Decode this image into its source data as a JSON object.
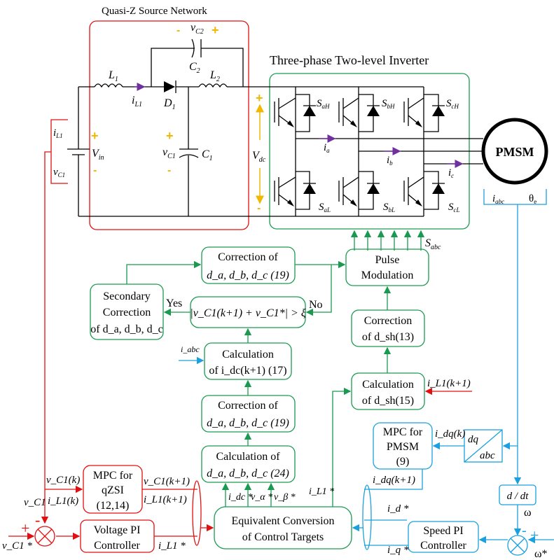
{
  "title": "Quasi-Z Source qZSI-PMSM MPC Control Diagram",
  "colors": {
    "power_circuit": "#000000",
    "qzsi_control": "#e01010",
    "inverter_control": "#1a9a50",
    "pmsm_control": "#1aa0e0",
    "polarity": "#f0b800",
    "current_arrow": "#7030a0"
  },
  "labels": {
    "qzs_network": "Quasi-Z Source Network",
    "inverter": "Three-phase Two-level Inverter",
    "pmsm": "PMSM"
  },
  "circuit": {
    "L1": "L",
    "L1_sub": "1",
    "L2": "L",
    "L2_sub": "2",
    "C1": "C",
    "C1_sub": "1",
    "C2": "C",
    "C2_sub": "2",
    "D1": "D",
    "D1_sub": "1",
    "iL1": "i",
    "iL1_sub": "L1",
    "vC1": "v",
    "vC1_sub": "C1",
    "vC2": "v",
    "vC2_sub": "C2",
    "Vin": "V",
    "Vin_sub": "in",
    "Vdc": "V",
    "Vdc_sub": "dc",
    "plus": "+",
    "minus": "-",
    "ia": "i",
    "ia_sub": "a",
    "ib": "i",
    "ib_sub": "b",
    "ic": "i",
    "ic_sub": "c",
    "switches": [
      {
        "s": "S",
        "sub": "aH"
      },
      {
        "s": "S",
        "sub": "bH"
      },
      {
        "s": "S",
        "sub": "cH"
      },
      {
        "s": "S",
        "sub": "aL"
      },
      {
        "s": "S",
        "sub": "bL"
      },
      {
        "s": "S",
        "sub": "cL"
      }
    ],
    "sabc": "S",
    "sabc_sub": "abc",
    "iabc": "i",
    "iabc_sub": "abc",
    "theta": "θ",
    "theta_sub": "e",
    "sense_iL1": "i",
    "sense_iL1_sub": "L1",
    "sense_vC1": "v",
    "sense_vC1_sub": "C1"
  },
  "blocks": {
    "correction_19_top": {
      "line1": "Correction of",
      "line2": "d_a, d_b, d_c (19)"
    },
    "pulse_modulation": {
      "line1": "Pulse",
      "line2": "Modulation"
    },
    "secondary_correction": {
      "line1": "Secondary",
      "line2": "Correction",
      "line3": "of d_a, d_b, d_c"
    },
    "condition": {
      "text": "|v_C1(k+1) + v_C1*| > ξ",
      "yes": "Yes",
      "no": "No"
    },
    "correction_dsh": {
      "line1": "Correction",
      "line2": "of d_sh(13)"
    },
    "calc_idc": {
      "line1": "Calculation",
      "line2": "of i_dc(k+1) (17)",
      "input": "i_abc"
    },
    "calc_dsh": {
      "line1": "Calculation",
      "line2": "of d_sh(15)",
      "input": "i_L1(k+1)"
    },
    "correction_19_mid": {
      "line1": "Correction of",
      "line2": "d_a, d_b, d_c (19)"
    },
    "calc_24": {
      "line1": "Calculation of",
      "line2": "d_a, d_b, d_c (24)"
    },
    "mpc_pmsm": {
      "line1": "MPC for",
      "line2": "PMSM",
      "line3": "(9)"
    },
    "dq_abc": {
      "top": "dq",
      "bottom": "abc"
    },
    "mpc_qzsi": {
      "line1": "MPC for",
      "line2": "qZSI",
      "line3": "(12,14)"
    },
    "ddt": {
      "text": "d / dt"
    },
    "voltage_pi": {
      "line1": "Voltage PI",
      "line2": "Controller"
    },
    "equivalent_conversion": {
      "line1": "Equivalent Conversion",
      "line2": "of Control Targets"
    },
    "speed_pi": {
      "line1": "Speed PI",
      "line2": "Controller"
    }
  },
  "signals": {
    "vC1_k": "v_C1(k)",
    "iL1_k": "i_L1(k)",
    "vC1_k1": "v_C1(k+1)",
    "iL1_k1": "i_L1(k+1)",
    "vC1": "v_C1",
    "vC1_ref": "v_C1 *",
    "iL1_ref": "i_L1 *",
    "iL1_ref_eq": "i_L1 *",
    "idc_ref": "i_dc *",
    "valpha_ref": "v_α *",
    "vbeta_ref": "v_β *",
    "idq_k": "i_dq(k)",
    "idq_k1": "i_dq(k+1)",
    "id_ref": "i_d *",
    "iq_ref": "i_q *",
    "omega": "ω",
    "omega_ref": "ω*",
    "plus": "+",
    "minus": "-"
  }
}
